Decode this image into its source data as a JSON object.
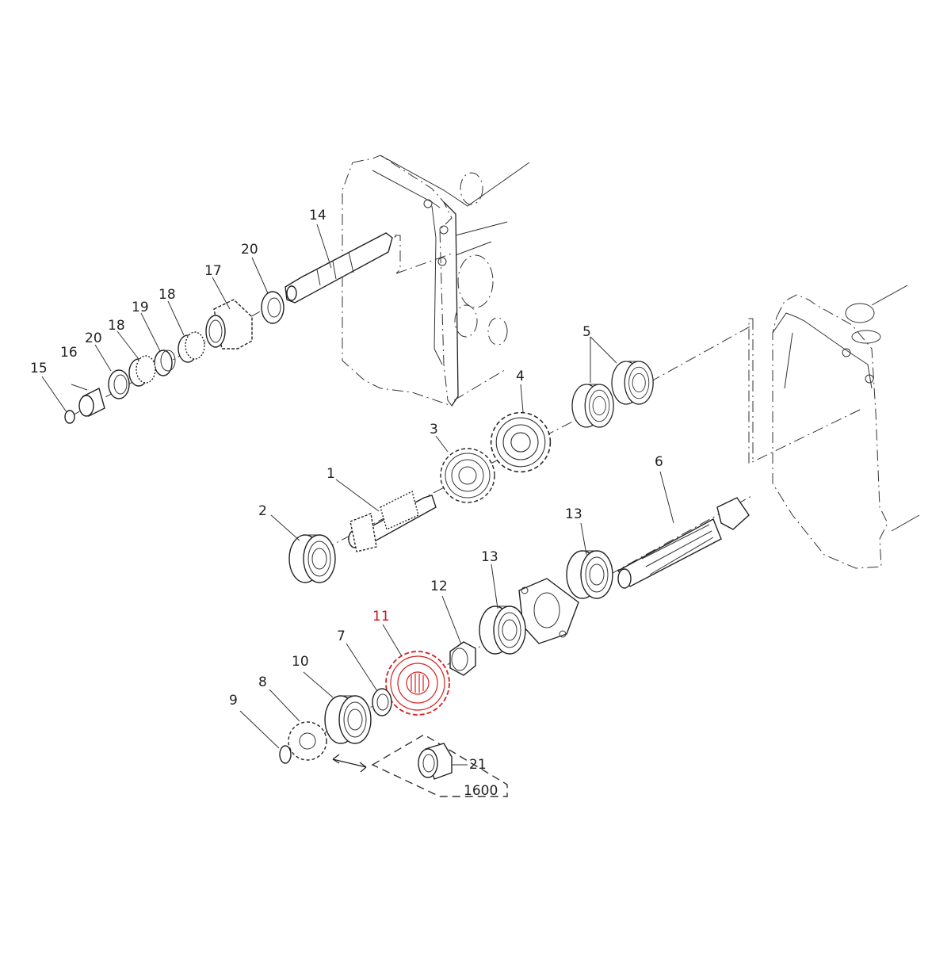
{
  "diagram": {
    "type": "exploded-parts-view",
    "subject": "transmission gear train",
    "highlight_color": "#d42020",
    "line_color": "#222222",
    "highlighted_part": "11",
    "variant_box_label": "1600",
    "callouts": [
      {
        "id": "c1",
        "label": "1",
        "part": "input shaft pinion"
      },
      {
        "id": "c2",
        "label": "2",
        "part": "ball bearing"
      },
      {
        "id": "c3",
        "label": "3",
        "part": "spur gear"
      },
      {
        "id": "c4",
        "label": "4",
        "part": "spur gear"
      },
      {
        "id": "c5",
        "label": "5",
        "part": "ball bearings (pair)"
      },
      {
        "id": "c6",
        "label": "6",
        "part": "bevel pinion shaft"
      },
      {
        "id": "c7",
        "label": "7",
        "part": "washer"
      },
      {
        "id": "c8",
        "label": "8",
        "part": "gear"
      },
      {
        "id": "c9",
        "label": "9",
        "part": "snap ring"
      },
      {
        "id": "c10",
        "label": "10",
        "part": "ball bearing"
      },
      {
        "id": "c11",
        "label": "11",
        "part": "gear (highlighted)"
      },
      {
        "id": "c12",
        "label": "12",
        "part": "lock nut"
      },
      {
        "id": "c13a",
        "label": "13",
        "part": "ball bearing"
      },
      {
        "id": "c13b",
        "label": "13",
        "part": "ball bearing"
      },
      {
        "id": "c14",
        "label": "14",
        "part": "shaft"
      },
      {
        "id": "c15",
        "label": "15",
        "part": "snap ring"
      },
      {
        "id": "c16",
        "label": "16",
        "part": "collar"
      },
      {
        "id": "c17",
        "label": "17",
        "part": "cluster gear"
      },
      {
        "id": "c18a",
        "label": "18",
        "part": "needle bearing"
      },
      {
        "id": "c18b",
        "label": "18",
        "part": "needle bearing"
      },
      {
        "id": "c19",
        "label": "19",
        "part": "spacer"
      },
      {
        "id": "c20a",
        "label": "20",
        "part": "thrust washer"
      },
      {
        "id": "c20b",
        "label": "20",
        "part": "thrust washer"
      },
      {
        "id": "c21",
        "label": "21",
        "part": "spacer collar"
      }
    ]
  }
}
